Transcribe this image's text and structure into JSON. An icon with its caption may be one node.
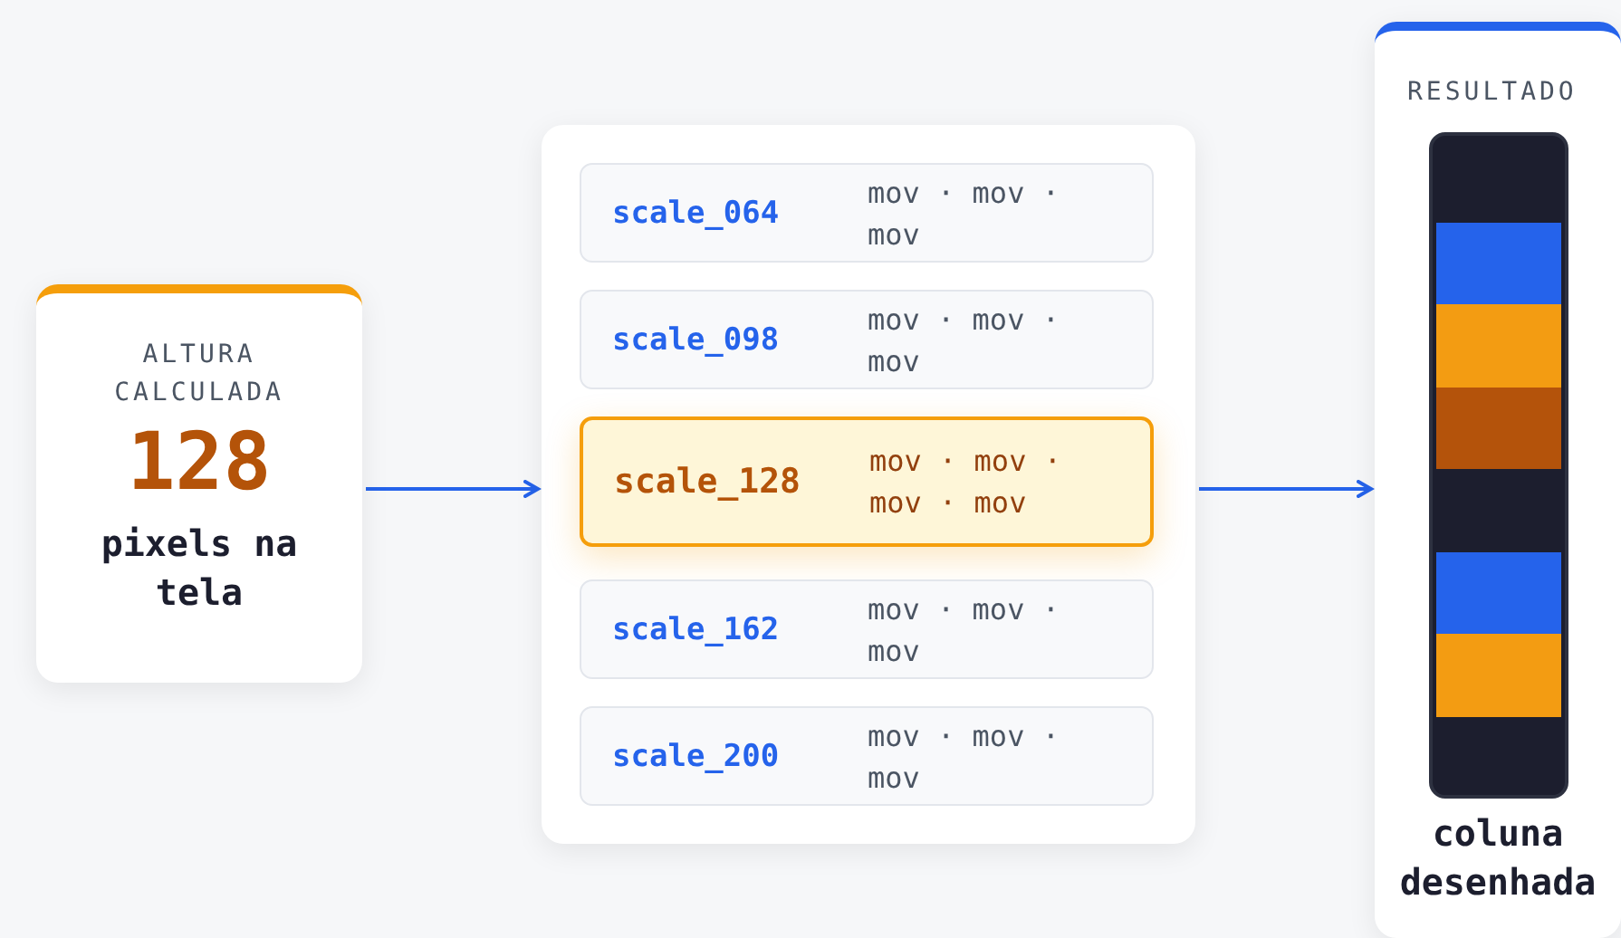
{
  "diagram": {
    "nodes": [
      {
        "text": [
          "ALTURA CALCULADA",
          "128",
          "pixels na tela"
        ]
      },
      {
        "text": [],
        "shape": "box"
      },
      {
        "text": [
          "scale_064",
          "mov · mov · mov"
        ],
        "in": 1
      },
      {
        "text": [
          "scale_098",
          "mov · mov · mov"
        ],
        "in": 1
      },
      {
        "text": [
          "scale_128",
          "mov · mov · mov · mov"
        ],
        "in": 1
      },
      {
        "text": [
          "scale_162",
          "mov · mov · mov"
        ],
        "in": 1
      },
      {
        "text": [
          "scale_200",
          "mov · mov · mov"
        ],
        "in": 1
      },
      {
        "text": [
          "RESULTADO",
          "coluna desenhada"
        ]
      },
      {
        "text": [],
        "shape": "bar",
        "in": 7
      }
    ],
    "edges": [
      {
        "from": 0,
        "to": 1,
        "arrow": "to"
      },
      {
        "from": 1,
        "to": 7,
        "arrow": "to"
      }
    ]
  }
}
